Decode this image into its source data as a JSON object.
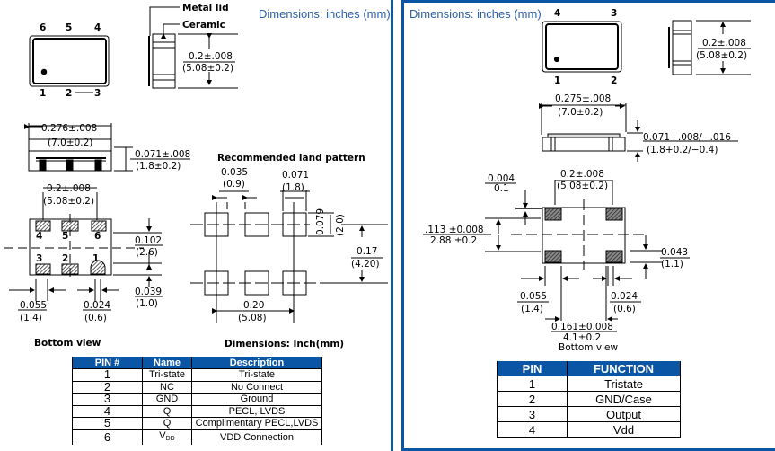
{
  "left_panel": {
    "header": "Dimensions: inches (mm)",
    "top_view": {
      "pins_top": [
        "6",
        "5",
        "4"
      ],
      "pins_bottom": [
        "1",
        "2",
        "3"
      ]
    },
    "side_view": {
      "callout_metal_lid": "Metal lid",
      "callout_ceramic": "Ceramic",
      "height_in": "0.2±.008",
      "height_mm": "(5.08±0.2)"
    },
    "front_view": {
      "width_in": "0.276±.008",
      "width_mm": "(7.0±0.2)",
      "thickness_in": "0.071±.008",
      "thickness_mm": "(1.8±0.2)"
    },
    "bottom_view": {
      "pitch_in": "0.2±.008",
      "pitch_mm": "(5.08±0.2)",
      "pad_labels_top": [
        "4",
        "5",
        "6"
      ],
      "pad_labels_bottom": [
        "3",
        "2",
        "1"
      ],
      "row_gap_in": "0.102",
      "row_gap_mm": "(2.6)",
      "pad_h_in": "0.039",
      "pad_h_mm": "(1.0)",
      "pad_w_in": "0.055",
      "pad_w_mm": "(1.4)",
      "gap_in": "0.024",
      "gap_mm": "(0.6)",
      "caption": "Bottom view"
    },
    "land_pattern": {
      "title": "Recommended land pattern",
      "spacing_in": "0.035",
      "spacing_mm": "(0.9)",
      "pad_w_in": "0.071",
      "pad_w_mm": "(1.8)",
      "pad_h_in": "0.079",
      "pad_h_mm": "(2.0)",
      "row_pitch_in": "0.17",
      "row_pitch_mm": "(4.20)",
      "col_pitch_in": "0.20",
      "col_pitch_mm": "(5.08)",
      "caption": "Dimensions: Inch(mm)"
    },
    "table": {
      "headers": [
        "PIN #",
        "Name",
        "Description"
      ],
      "rows": [
        {
          "pin": "1",
          "name": "Tri-state",
          "desc": "Tri-state"
        },
        {
          "pin": "2",
          "name": "NC",
          "desc": "No Connect"
        },
        {
          "pin": "3",
          "name": "GND",
          "desc": "Ground"
        },
        {
          "pin": "4",
          "name": "Q",
          "desc": "PECL, LVDS"
        },
        {
          "pin": "5",
          "name": "Q",
          "name_overline": true,
          "desc": "Complimentary PECL,LVDS"
        },
        {
          "pin": "6",
          "name": "V",
          "name_sub": "DD",
          "desc": "VDD Connection"
        }
      ]
    }
  },
  "right_panel": {
    "header": "Dimensions: inches (mm)",
    "top_view": {
      "pins_top": [
        "4",
        "3"
      ],
      "pins_bottom": [
        "1",
        "2"
      ]
    },
    "side_view": {
      "height_in": "0.2±.008",
      "height_mm": "(5.08±0.2)"
    },
    "front_view": {
      "width_in": "0.275±.008",
      "width_mm": "(7.0±0.2)",
      "thickness_in": "0.071+.008/−.016",
      "thickness_mm": "(1.8+0.2/−0.4)"
    },
    "bottom_view": {
      "offset_in": "0.004",
      "offset_mm": "0.1",
      "pitch_in": "0.2±.008",
      "pitch_mm": "(5.08±0.2)",
      "row_in": ".113 ±0.008",
      "row_mm": "2.88 ±0.2",
      "pad_h_in": "0.043",
      "pad_h_mm": "(1.1)",
      "pad_w_in": "0.055",
      "pad_w_mm": "(1.4)",
      "gap_in": "0.024",
      "gap_mm": "(0.6)",
      "inner_in": "0.161±0.008",
      "inner_mm": "4.1±0.2",
      "caption": "Bottom view"
    },
    "table": {
      "headers": [
        "PIN",
        "FUNCTION"
      ],
      "rows": [
        {
          "pin": "1",
          "func": "Tristate"
        },
        {
          "pin": "2",
          "func": "GND/Case"
        },
        {
          "pin": "3",
          "func": "Output"
        },
        {
          "pin": "4",
          "func": "Vdd"
        }
      ]
    }
  },
  "colors": {
    "accent": "#0b56a4",
    "header_text": "#2a5db0"
  }
}
